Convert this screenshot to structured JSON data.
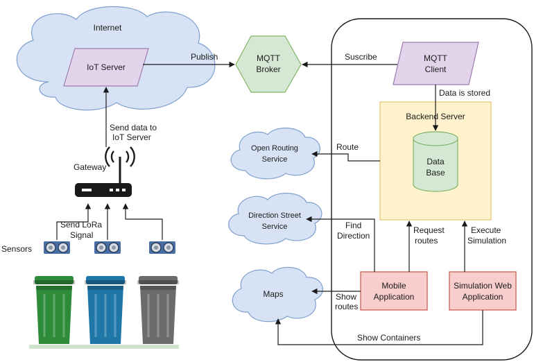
{
  "colors": {
    "cloud_fill": "#d7e3f5",
    "cloud_stroke": "#7f9fcf",
    "server_fill": "#e3d4ec",
    "server_stroke": "#9d7bb0",
    "broker_fill": "#d5e8d4",
    "broker_stroke": "#82b366",
    "backend_fill": "#fff2cc",
    "backend_stroke": "#e7c96b",
    "app_fill": "#f8cecc",
    "app_stroke": "#c8544e",
    "line": "#1a1a1a",
    "bin_green": "#2e8b3a",
    "bin_blue": "#1f77a8",
    "bin_gray": "#6b6b6b",
    "sensor": "#4a6fa5"
  },
  "clouds": {
    "internet": "Internet",
    "open_routing": [
      "Open Routing",
      "Service"
    ],
    "direction_street": [
      "Direction Street",
      "Service"
    ],
    "maps": "Maps"
  },
  "nodes": {
    "iot_server": "IoT Server",
    "mqtt_broker": [
      "MQTT",
      "Broker"
    ],
    "mqtt_client": [
      "MQTT",
      "Client"
    ],
    "backend_server": "Backend Server",
    "database": [
      "Data",
      "Base"
    ],
    "mobile_app": [
      "Mobile",
      "Application"
    ],
    "simulation_app": [
      "Simulation Web",
      "Application"
    ],
    "gateway": "Gateway",
    "sensors": "Sensors"
  },
  "edges": {
    "publish": "Publish",
    "subscribe": "Suscribe",
    "data_stored": "Data is stored",
    "send_to_iot": [
      "Send data to",
      "IoT Server"
    ],
    "send_lora": [
      "Send LoRa",
      "Signal"
    ],
    "route": "Route",
    "find_direction": [
      "Find",
      "Direction"
    ],
    "request_routes": [
      "Request",
      "routes"
    ],
    "execute_simulation": [
      "Execute",
      "Simulation"
    ],
    "show_routes": [
      "Show",
      "routes"
    ],
    "show_containers": "Show Containers"
  }
}
